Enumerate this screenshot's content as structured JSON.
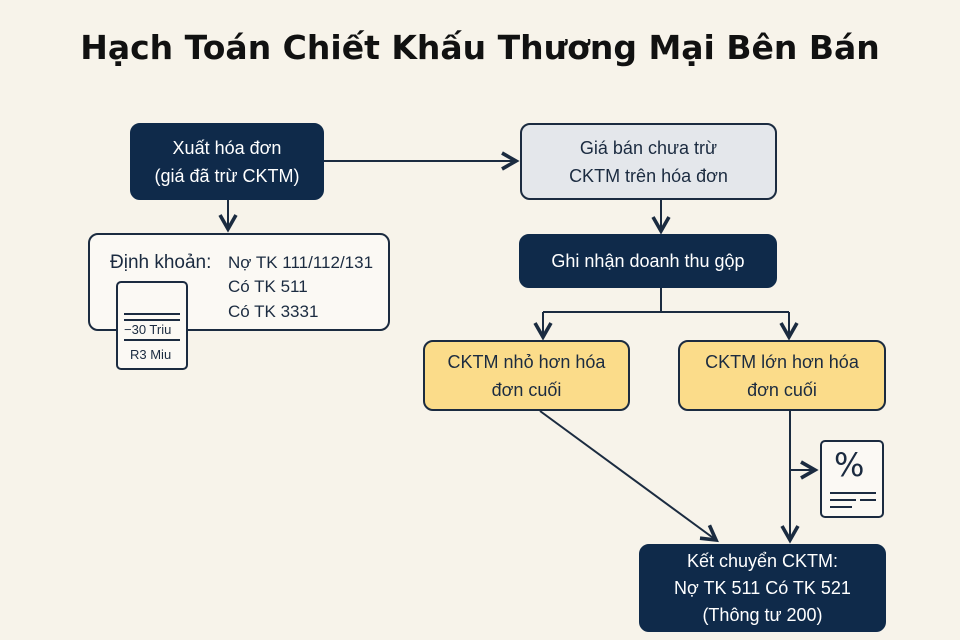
{
  "title": "Hạch Toán Chiết Khấu Thương Mại Bên Bán",
  "nodes": {
    "issue_invoice": [
      "Xuất hóa đơn",
      "(giá đã trừ CKTM)"
    ],
    "price_before": [
      "Giá bán chưa trừ",
      "CKTM trên hóa đơn"
    ],
    "entry": {
      "label": "Định khoản:",
      "lines": [
        "Nợ TK 111/112/131",
        "Có TK 511",
        "Có TK 3331"
      ]
    },
    "receipt": [
      "−30 Triu",
      "R3 Miu"
    ],
    "gross_revenue": "Ghi nhận doanh thu gộp",
    "smaller": [
      "CKTM nhỏ hơn hóa",
      "đơn cuối"
    ],
    "larger": [
      "CKTM lớn hơn hóa",
      "đơn cuối"
    ],
    "transfer": [
      "Kết chuyển CKTM:",
      "Nợ TK 511 Có TK 521",
      "(Thông tư 200)"
    ]
  },
  "icons": {
    "percent_doc": "%"
  }
}
